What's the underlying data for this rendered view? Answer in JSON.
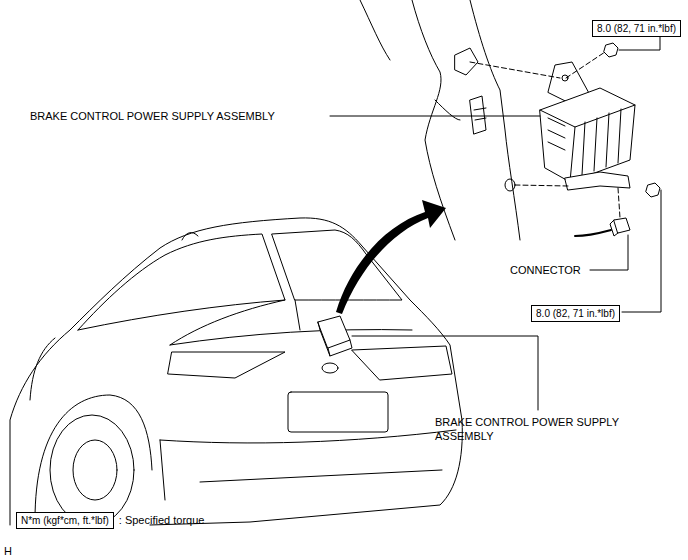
{
  "diagram": {
    "nodes": [
      {
        "text": [
          "8.0 (82, 71 in.*lbf)"
        ]
      },
      {
        "text": [
          "8.0 (82, 71 in.*lbf)"
        ]
      },
      {
        "text": [
          "N*m (kgf*cm, ft.*lbf)"
        ]
      }
    ],
    "labels": [
      "BRAKE CONTROL POWER SUPPLY ASSEMBLY",
      "CONNECTOR",
      "BRAKE CONTROL POWER SUPPLY ASSEMBLY",
      ": Specified torque",
      "H"
    ]
  }
}
